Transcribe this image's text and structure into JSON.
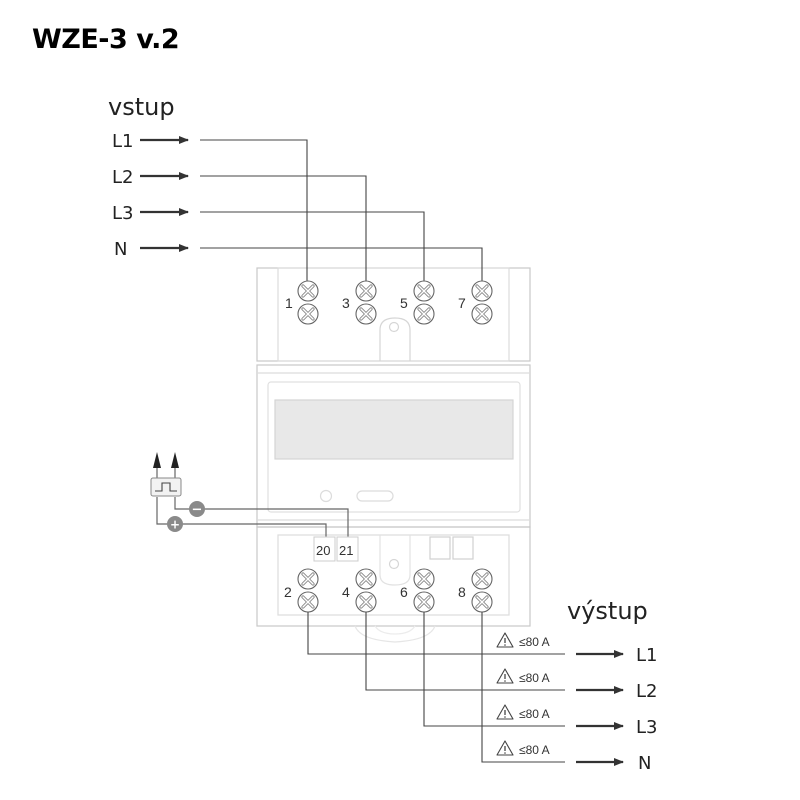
{
  "title": "WZE-3 v.2",
  "input": {
    "heading": "vstup",
    "lines": [
      {
        "label": "L1",
        "terminal": "1"
      },
      {
        "label": "L2",
        "terminal": "3"
      },
      {
        "label": "L3",
        "terminal": "5"
      },
      {
        "label": "N",
        "terminal": "7"
      }
    ]
  },
  "output": {
    "heading": "výstup",
    "lines": [
      {
        "label": "L1",
        "terminal": "2",
        "limit": "≤80 A"
      },
      {
        "label": "L2",
        "terminal": "4",
        "limit": "≤80 A"
      },
      {
        "label": "L3",
        "terminal": "6",
        "limit": "≤80 A"
      },
      {
        "label": "N",
        "terminal": "8",
        "limit": "≤80 A"
      }
    ]
  },
  "pulse_output": {
    "terminals": [
      "20",
      "21"
    ],
    "plus_symbol": "+",
    "minus_symbol": "−"
  },
  "colors": {
    "wire": "#444444",
    "device_outline": "#c8c8c8",
    "display": "#e8e8e8",
    "pulse_badge": "#8a8a8a"
  }
}
